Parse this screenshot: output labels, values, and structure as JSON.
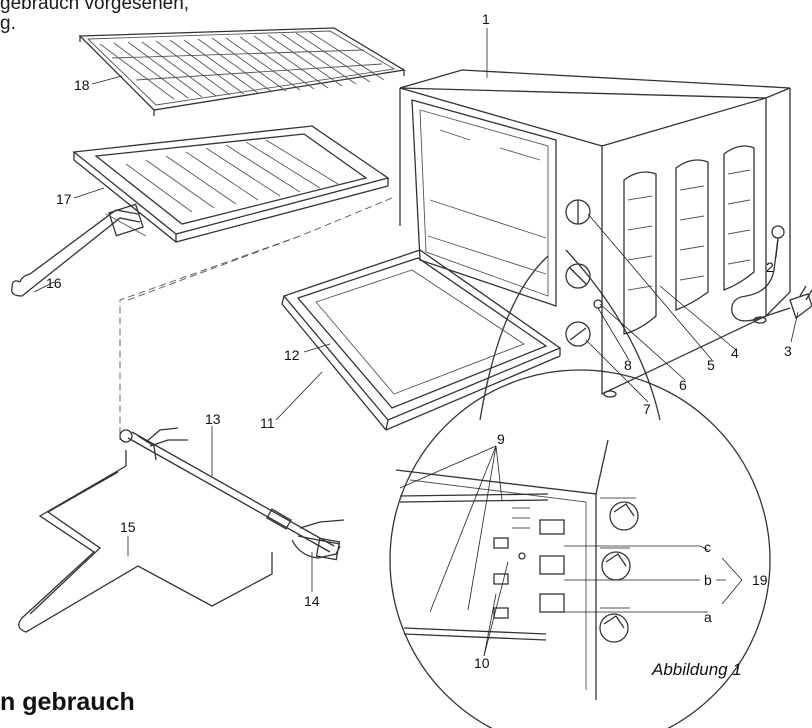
{
  "text_fragments": [
    "gebrauch vorgesehen,",
    "g."
  ],
  "heading": "n gebrauch",
  "caption": "Abbildung 1",
  "part_numbers": {
    "n1": "1",
    "n2": "2",
    "n3": "3",
    "n4": "4",
    "n5": "5",
    "n6": "6",
    "n7": "7",
    "n8": "8",
    "n9": "9",
    "n10": "10",
    "n11": "11",
    "n12": "12",
    "n13": "13",
    "n14": "14",
    "n15": "15",
    "n16": "16",
    "n17": "17",
    "n18": "18",
    "n19": "19"
  },
  "shelf_levels": {
    "a": "a",
    "b": "b",
    "c": "c"
  }
}
